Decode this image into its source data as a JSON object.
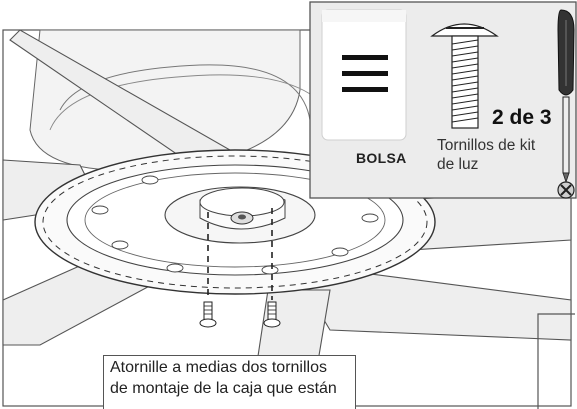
{
  "inset": {
    "bag_label": "BOLSA",
    "quantity": "2 de 3",
    "screw_description": "Tornillos de kit de luz",
    "icons": [
      "bag-icon",
      "screw-icon",
      "screwdriver-icon",
      "phillips-tip-icon"
    ]
  },
  "caption": {
    "text": "Atornille a medias dos tornillos de montaje de la caja que están"
  },
  "colors": {
    "line": "#444444",
    "panel_fill": "#f2f2f2",
    "inset_fill": "#ececec"
  }
}
